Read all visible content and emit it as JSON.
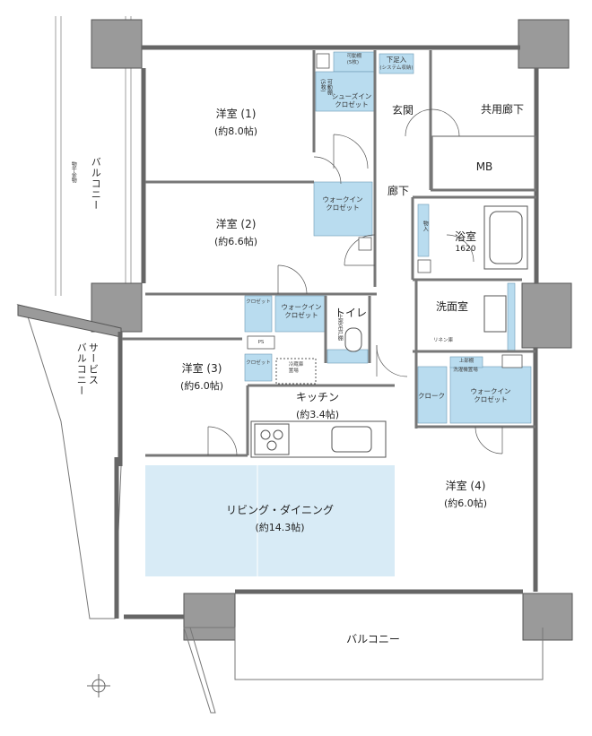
{
  "rooms": {
    "western1": {
      "name": "洋室 (1)",
      "area": "(約8.0帖)"
    },
    "western2": {
      "name": "洋室 (2)",
      "area": "(約6.6帖)"
    },
    "western3": {
      "name": "洋室 (3)",
      "area": "(約6.0帖)"
    },
    "western4": {
      "name": "洋室 (4)",
      "area": "(約6.0帖)"
    },
    "kitchen": {
      "name": "キッチン",
      "area": "(約3.4帖)"
    },
    "living": {
      "name": "リビング・ダイニング",
      "area": "(約14.3帖)"
    },
    "bath": {
      "name": "浴室",
      "size": "1620"
    },
    "washroom": {
      "name": "洗面室"
    },
    "toilet": {
      "name": "トイレ"
    },
    "entrance": {
      "name": "玄関"
    },
    "hallway": {
      "name": "廊下"
    },
    "common_corridor": {
      "name": "共用廊下"
    },
    "mb": {
      "name": "MB"
    }
  },
  "storage": {
    "shoes_in_closet": "シューズイン\nクロゼット",
    "movable_shelf_top": "可動棚\n(5枚)",
    "movable_shelf_side": "可動棚\n(5枚)",
    "shoe_rack": "下足入",
    "system_storage": "(システム収納)",
    "walk_in_closet_2": "ウォークイン\nクロゼット",
    "walk_in_closet_3": "ウォークイン\nクロゼット",
    "walk_in_closet_4": "ウォークイン\nクロゼット",
    "closet_3a": "クロゼット",
    "closet_3b": "クロゼット",
    "storage": "物入",
    "linen": "リネン庫",
    "cloak": "クローク",
    "upper_shelf": "上部棚",
    "upper_shelf_toilet": "上部吊戸棚",
    "fridge": "冷蔵庫\n置場",
    "washer": "洗濯機置場",
    "ps": "PS"
  },
  "balconies": {
    "west": "バルコニー",
    "service": "サービス\nバルコニー",
    "south": "バルコニー",
    "drying": "物干金物"
  }
}
